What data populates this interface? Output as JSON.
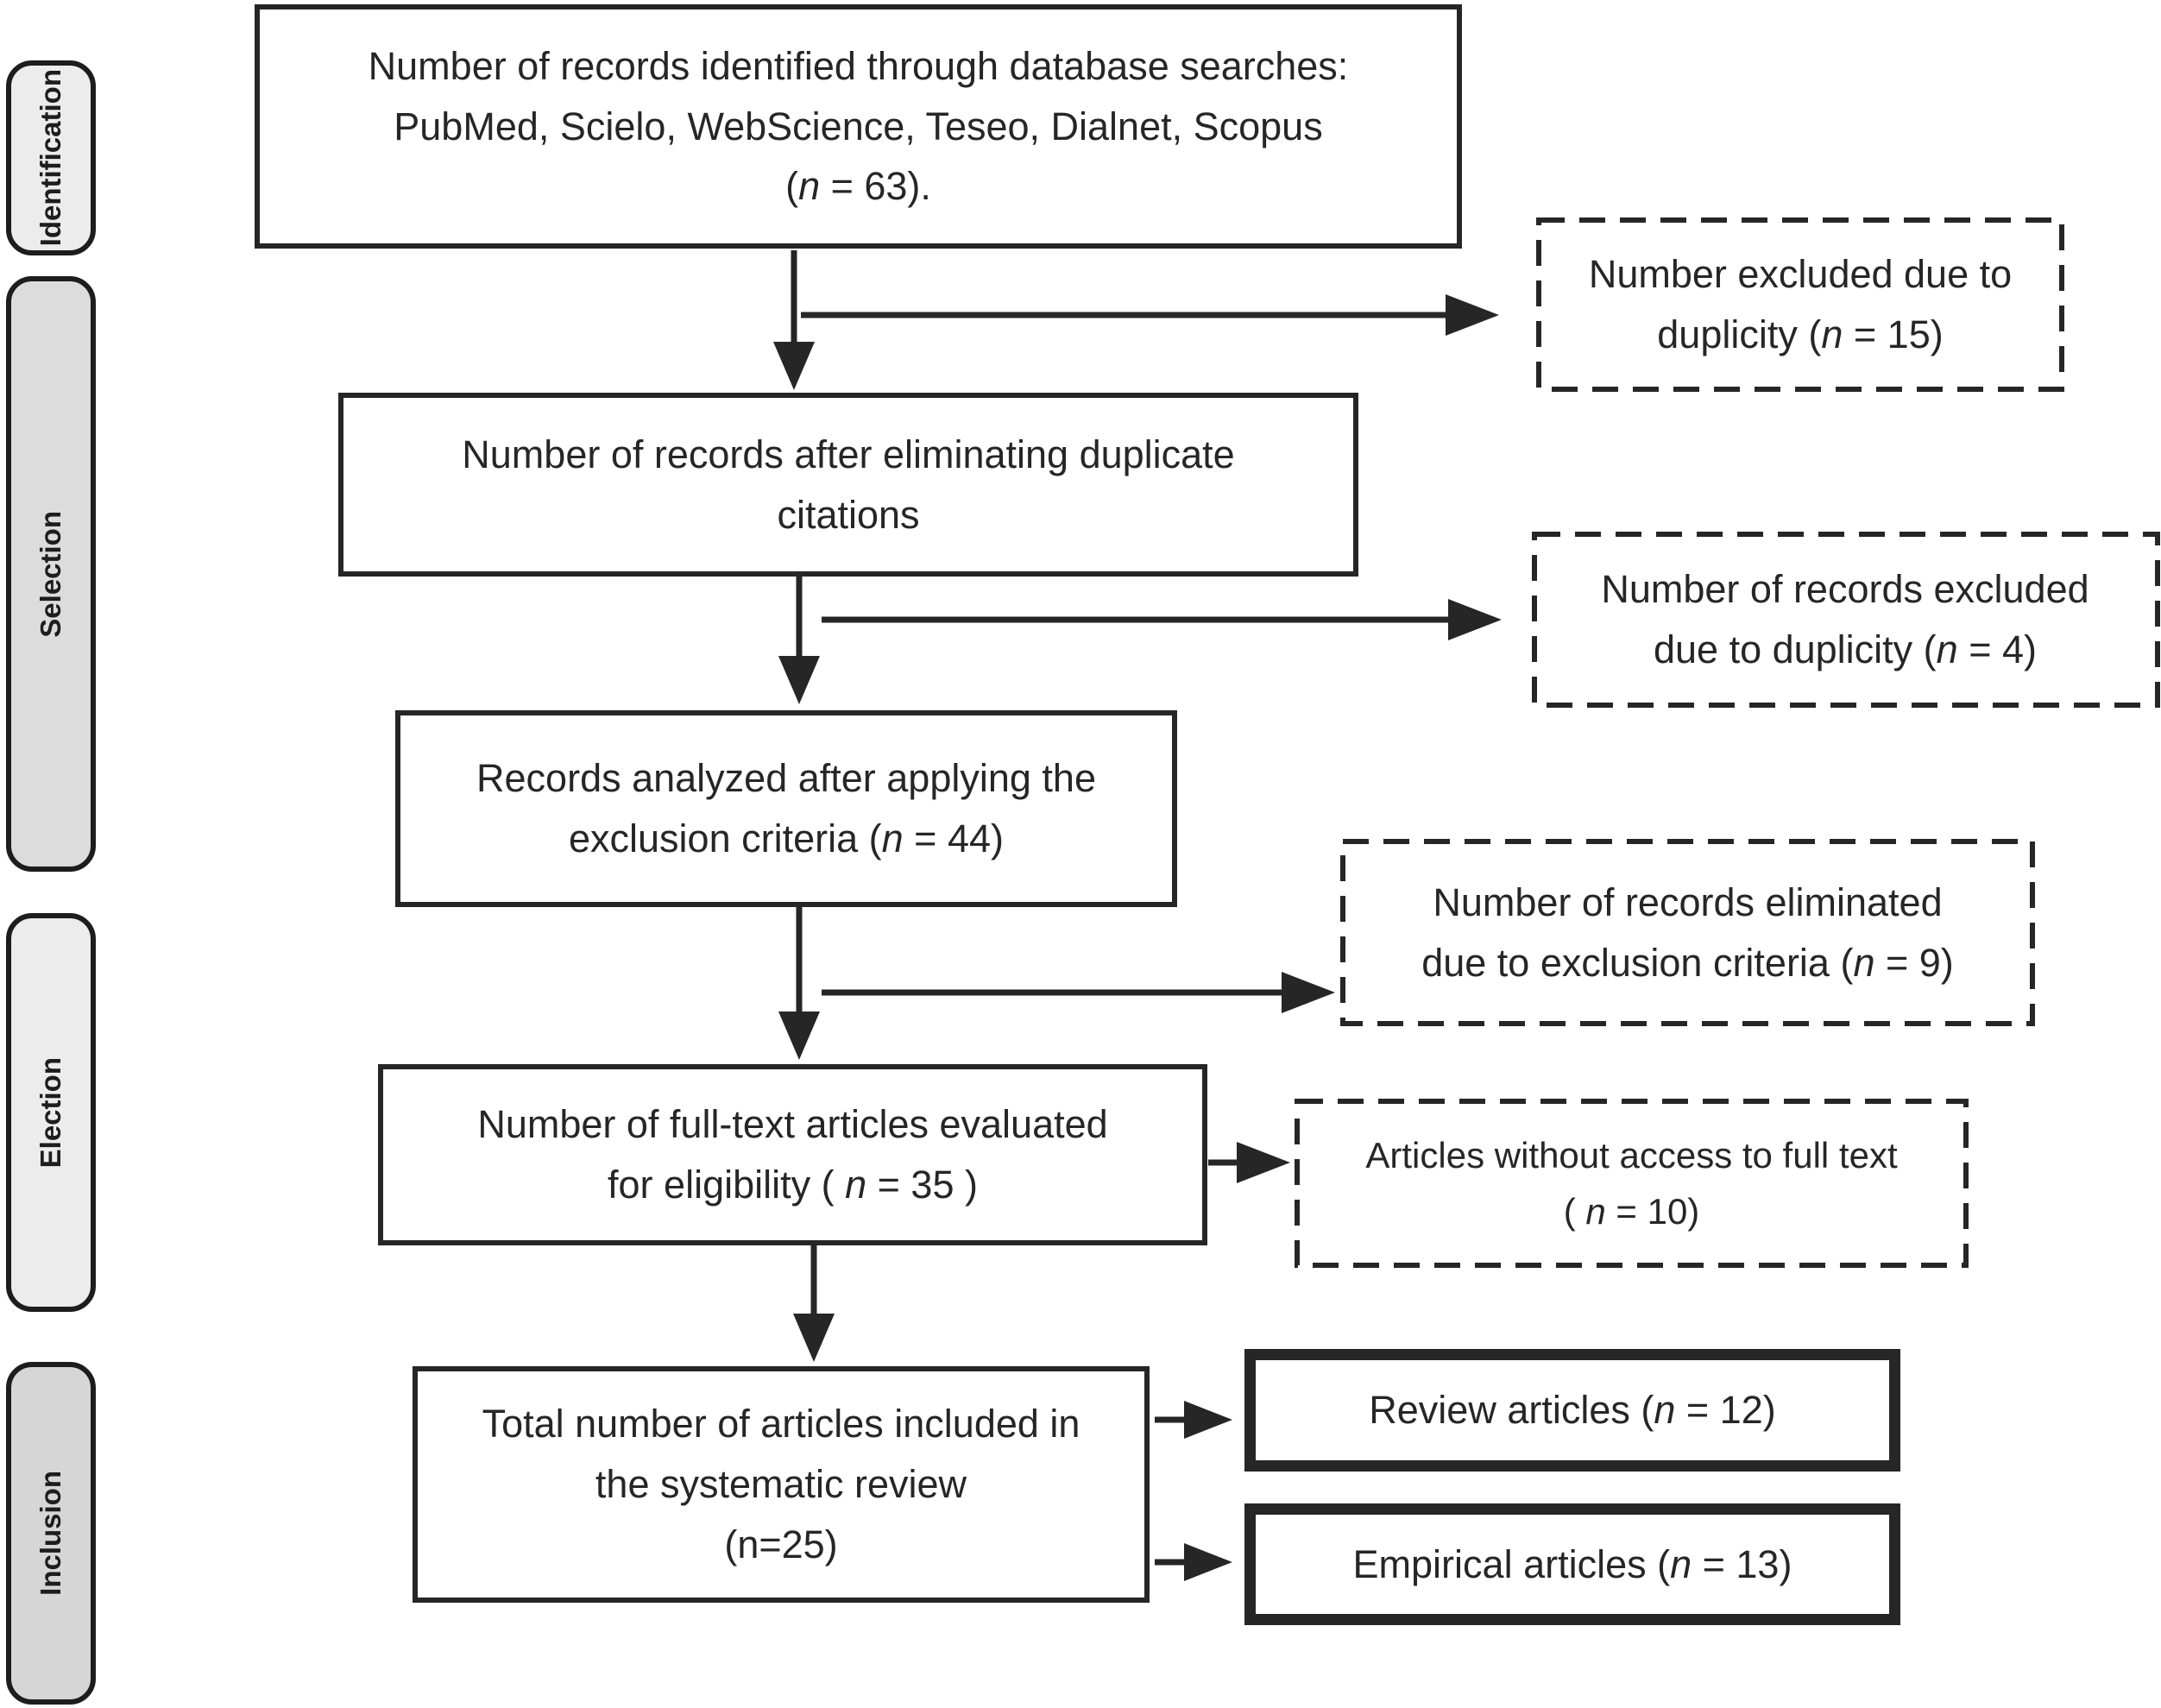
{
  "diagram": {
    "stages": [
      {
        "label": "Identification"
      },
      {
        "label": "Selection"
      },
      {
        "label": "Election"
      },
      {
        "label": "Inclusion"
      }
    ],
    "flow_boxes": [
      {
        "key": "records_identified",
        "n": 63,
        "lines": [
          [
            {
              "t": "Number of records identified through database searches:"
            }
          ],
          [
            {
              "t": "PubMed, Scielo, WebScience, Teseo, Dialnet, Scopus"
            }
          ],
          [
            {
              "t": "("
            },
            {
              "t": "n",
              "i": true
            },
            {
              "t": " = 63)."
            }
          ]
        ]
      },
      {
        "key": "after_duplicates",
        "lines": [
          [
            {
              "t": "Number of records after eliminating duplicate"
            }
          ],
          [
            {
              "t": "citations"
            }
          ]
        ]
      },
      {
        "key": "records_analyzed",
        "n": 44,
        "lines": [
          [
            {
              "t": "Records analyzed after applying the"
            }
          ],
          [
            {
              "t": "exclusion criteria ("
            },
            {
              "t": "n",
              "i": true
            },
            {
              "t": " = 44)"
            }
          ]
        ]
      },
      {
        "key": "fulltext_evaluated",
        "n": 35,
        "lines": [
          [
            {
              "t": "Number of full-text articles evaluated"
            }
          ],
          [
            {
              "t": "for eligibility ( "
            },
            {
              "t": "n",
              "i": true
            },
            {
              "t": " = 35 )"
            }
          ]
        ]
      },
      {
        "key": "total_included",
        "n": 25,
        "lines": [
          [
            {
              "t": "Total number of articles included in"
            }
          ],
          [
            {
              "t": "the systematic review"
            }
          ],
          [
            {
              "t": "(n=25)"
            }
          ]
        ]
      }
    ],
    "exclusion_boxes": [
      {
        "key": "excluded_duplicity",
        "n": 15,
        "lines": [
          [
            {
              "t": "Number excluded due to"
            }
          ],
          [
            {
              "t": "duplicity ("
            },
            {
              "t": "n",
              "i": true
            },
            {
              "t": " = 15)"
            }
          ]
        ]
      },
      {
        "key": "records_excluded_duplicity",
        "n": 4,
        "lines": [
          [
            {
              "t": "Number of records excluded"
            }
          ],
          [
            {
              "t": "due to duplicity ("
            },
            {
              "t": "n",
              "i": true
            },
            {
              "t": " = 4)"
            }
          ]
        ]
      },
      {
        "key": "eliminated_exclusion_criteria",
        "n": 9,
        "lines": [
          [
            {
              "t": "Number of records eliminated"
            }
          ],
          [
            {
              "t": "due to exclusion criteria ("
            },
            {
              "t": "n",
              "i": true
            },
            {
              "t": " = 9)"
            }
          ]
        ]
      },
      {
        "key": "no_fulltext_access",
        "n": 10,
        "lines": [
          [
            {
              "t": "Articles without access to full text"
            }
          ],
          [
            {
              "t": "( "
            },
            {
              "t": "n",
              "i": true
            },
            {
              "t": " = 10)"
            }
          ]
        ]
      }
    ],
    "result_boxes": [
      {
        "key": "review_articles",
        "n": 12,
        "lines": [
          [
            {
              "t": "Review articles ("
            },
            {
              "t": "n",
              "i": true
            },
            {
              "t": " = 12)"
            }
          ]
        ]
      },
      {
        "key": "empirical_articles",
        "n": 13,
        "lines": [
          [
            {
              "t": "Empirical articles ("
            },
            {
              "t": "n",
              "i": true
            },
            {
              "t": " = 13)"
            }
          ]
        ]
      }
    ],
    "colors": {
      "line": "#262626",
      "stage_fill_light": "#ececec",
      "stage_fill_dark": "#d9d9d9",
      "background": "#ffffff"
    }
  }
}
